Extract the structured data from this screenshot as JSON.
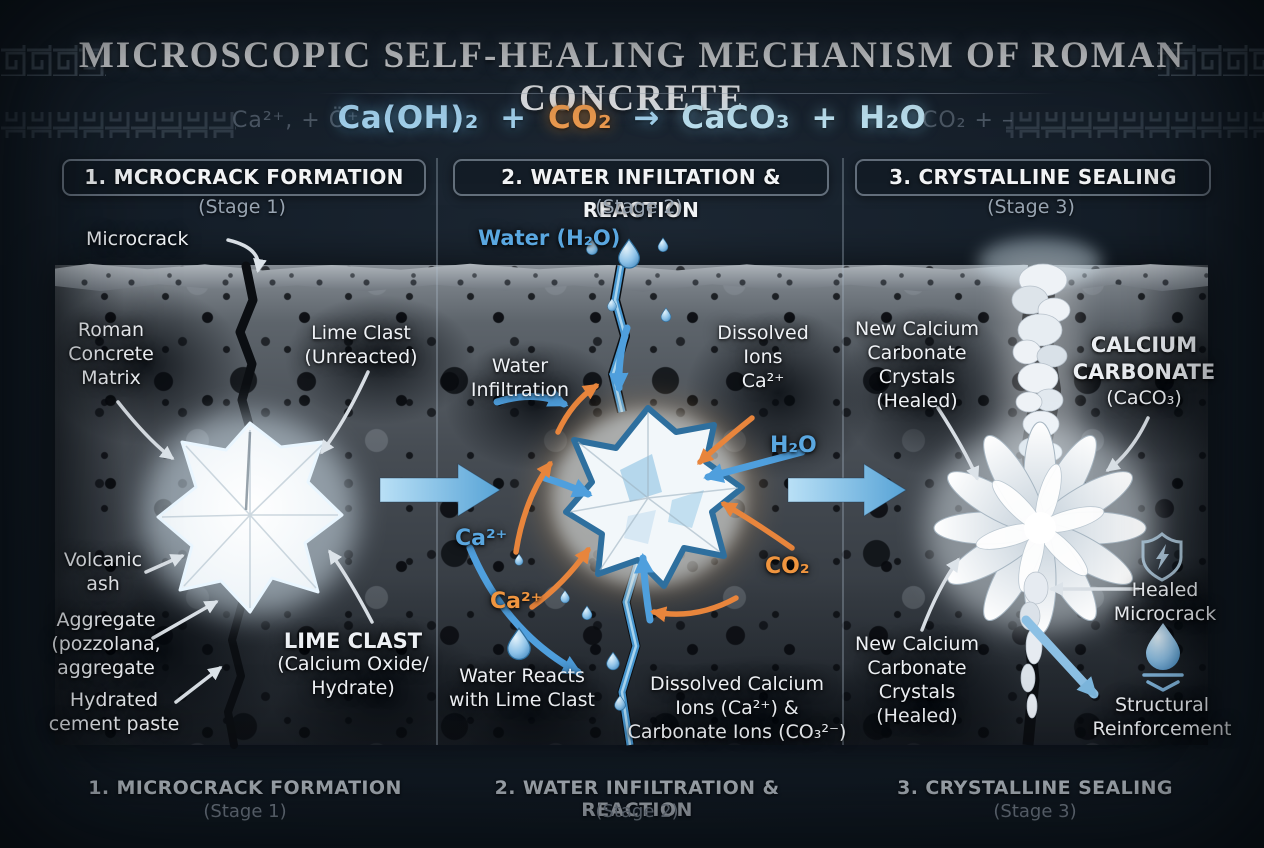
{
  "header": {
    "title": "MICROSCOPIC SELF-HEALING MECHANISM OF ROMAN CONCRETE",
    "equation": {
      "faint_left": "Ca²⁺, + Ö⁺",
      "reactant_1": "Ca(OH)₂",
      "plus_1": "+",
      "reactant_2": "CO₂",
      "arrow": "→",
      "product_1": "CaCO₃",
      "plus_2": "+",
      "product_2": "H₂O",
      "faint_right": "CO₂ + –"
    }
  },
  "stage_headers": [
    {
      "title": "1. MCROCRACK FORMATION",
      "stage": "(Stage 1)"
    },
    {
      "title": "2. WATER INFILTATION & REACTION",
      "stage": "(Stage 2)"
    },
    {
      "title": "3. CRYSTALLINE SEALING",
      "stage": "(Stage 3)"
    }
  ],
  "panel_1": {
    "microcrack": "Microcrack",
    "matrix": "Roman\nConcrete\nMatrix",
    "lime_clast_upper": "Lime Clast\n(Unreacted)",
    "volcanic_ash": "Volcanic\nash",
    "aggregate": "Aggregate\n(pozzolana,\naggregate",
    "hydrated": "Hydrated\ncement paste",
    "lime_clast_title": "LIME CLAST",
    "lime_clast_sub": "(Calcium Oxide/\nHydrate)"
  },
  "panel_2": {
    "water_label": "Water (H₂O)",
    "water_infiltration": "Water\nInfiltration",
    "dissolved_ions": "Dissolved\nIons\nCa²⁺",
    "h2o": "H₂O",
    "ca_ion_blue": "Ca²⁺",
    "ca_ion_orange": "Ca²⁺",
    "co2": "CO₂",
    "water_reacts": "Water Reacts\nwith Lime Clast",
    "dissolved_carbonate": "Dissolved Calcium\nIons (Ca²⁺) &\nCarbonate Ions (CO₃²⁻)"
  },
  "panel_3": {
    "new_crystals_upper": "New Calcium\nCarbonate\nCrystals\n(Healed)",
    "calcium_carbonate_title": "CALCIUM\nCARBONATE",
    "calcium_carbonate_sub": "(CaCO₃)",
    "new_crystals_lower": "New Calcium\nCarbonate\nCrystals\n(Healed)",
    "healed_microcrack": "Healed\nMicrocrack",
    "structural_reinforcement": "Structural\nReinforcement"
  },
  "footer_stages": [
    {
      "title": "1. MICROCRACK FORMATION",
      "stage": "(Stage 1)"
    },
    {
      "title": "2. WATER INFILTRATION & REACTION",
      "stage": "(Stage 2)"
    },
    {
      "title": "3. CRYSTALLINE SEALING",
      "stage": "(Stage 3)"
    }
  ],
  "colors": {
    "water_blue": "#5aa7e0",
    "ion_orange": "#f0953f",
    "equation_blue": "#a8d8f5",
    "equation_cyan": "#c2e8f8",
    "crystal_white": "#f4f8fb"
  }
}
